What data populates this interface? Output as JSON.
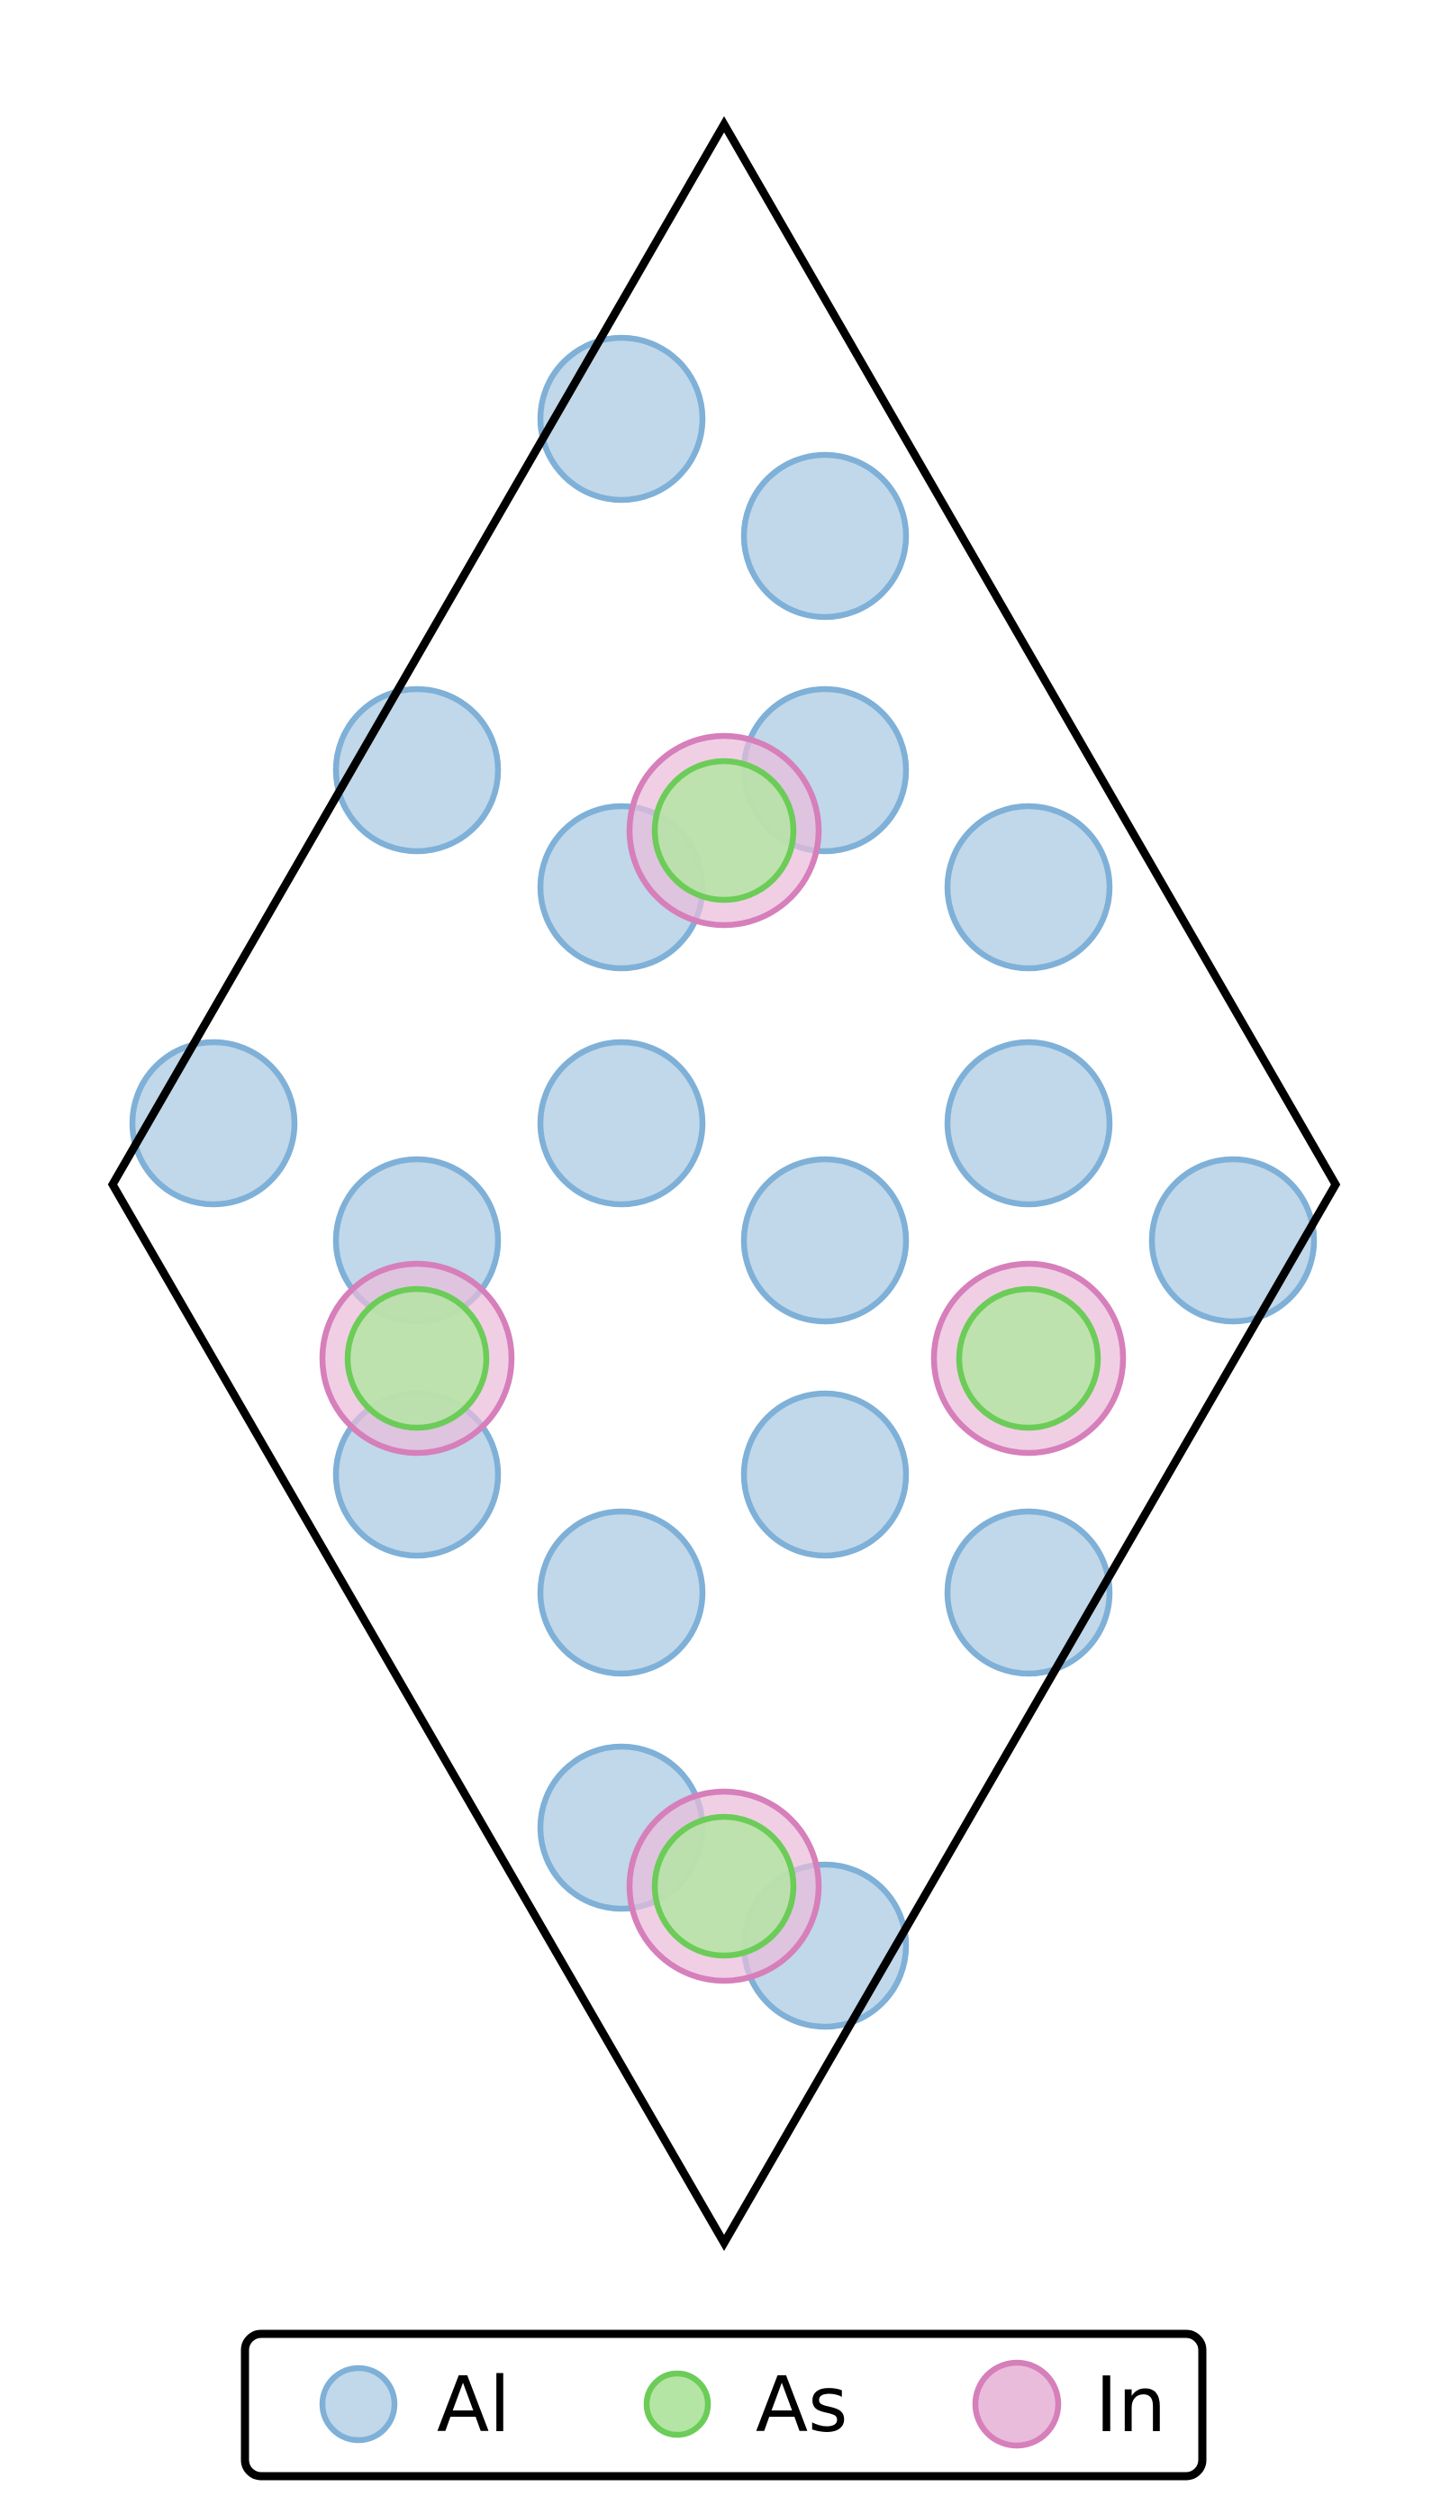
{
  "elements": [
    {
      "symbol": "Al",
      "fill": "#c0d8ea",
      "stroke": "#7fb0d7"
    },
    {
      "symbol": "As",
      "fill": "#b5e5a4",
      "stroke": "#6ccc58"
    },
    {
      "symbol": "In",
      "fill": "#eabcdb",
      "stroke": "#d67fba"
    }
  ],
  "legend": {
    "items": [
      {
        "label": "Al"
      },
      {
        "label": "As"
      },
      {
        "label": "In"
      }
    ]
  }
}
